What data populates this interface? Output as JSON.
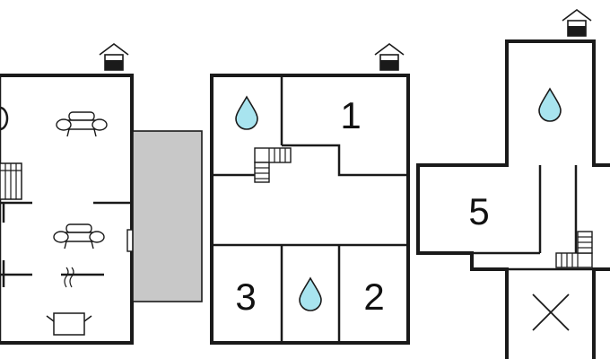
{
  "floorplan": {
    "colors": {
      "wall": "#1a1a1a",
      "water": "#a8e4ef",
      "terrace": "#c8c8c8",
      "background": "#ffffff"
    },
    "rooms": [
      {
        "key": "room1",
        "label": "1"
      },
      {
        "key": "room2",
        "label": "2"
      },
      {
        "key": "room3",
        "label": "3"
      },
      {
        "key": "room5",
        "label": "5"
      }
    ],
    "icons": {
      "bathroom": "water-drop-icon",
      "living": "sofa-icon",
      "kitchen": "cooking-pot-icon",
      "stairs": "stairs-icon",
      "chimney": "house-chimney-icon",
      "void": "cross-icon"
    }
  }
}
